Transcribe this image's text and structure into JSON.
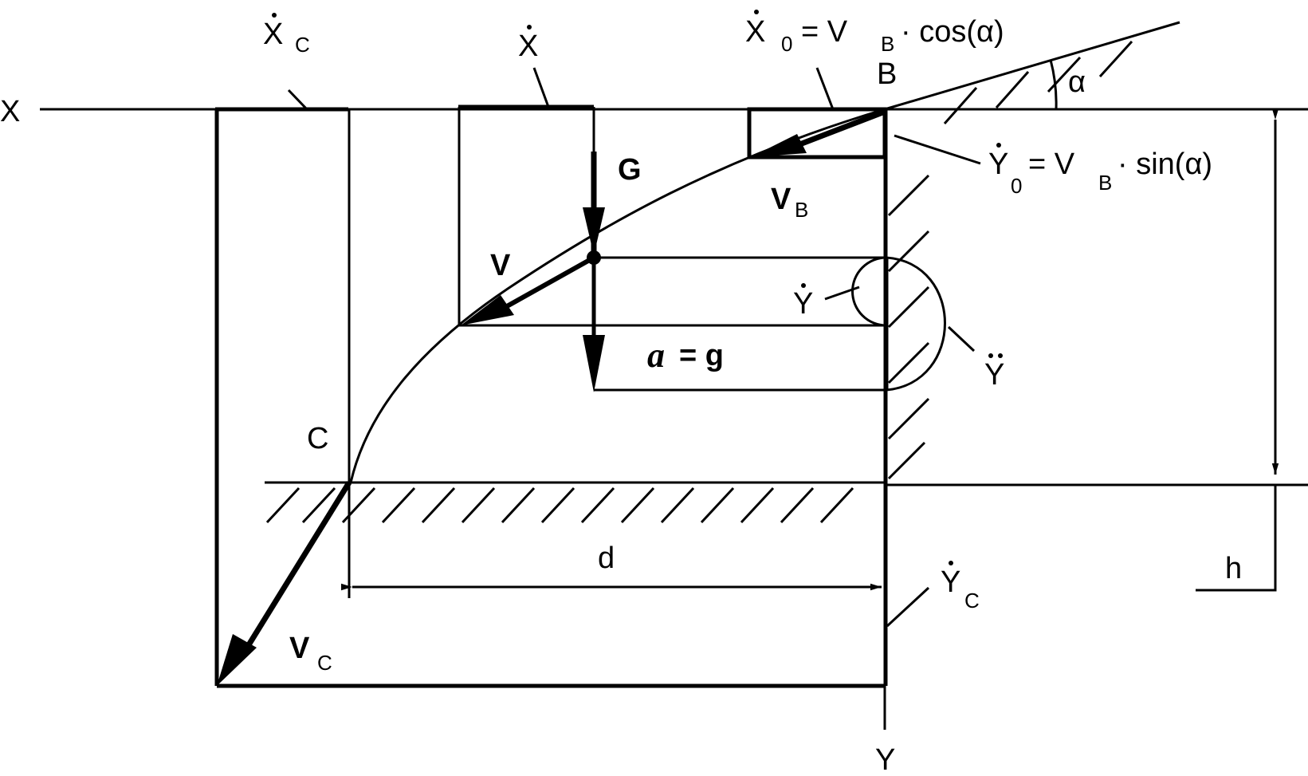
{
  "labels": {
    "x_axis": "X",
    "y_axis": "Y",
    "x_c": "X",
    "x_c_sub": "C",
    "x_dot": "X",
    "x0_lhs": "X",
    "x0_sub": "0",
    "x0_eq": "= V",
    "x0_b": "B",
    "x0_rhs": "· cos(α)",
    "point_b": "B",
    "alpha": "α",
    "y0_lhs": "Y",
    "y0_sub": "0",
    "y0_eq": "= V",
    "y0_b": "B",
    "y0_rhs": "· sin(α)",
    "g_force": "G",
    "vb": "V",
    "vb_sub": "B",
    "v": "V",
    "y_dot": "Y",
    "y_ddot": "Y",
    "accel_a": "a",
    "accel_rest": "= g",
    "point_c": "C",
    "dist_d": "d",
    "height_h": "h",
    "y_c": "Y",
    "y_c_sub": "C",
    "vc": "V",
    "vc_sub": "C"
  }
}
